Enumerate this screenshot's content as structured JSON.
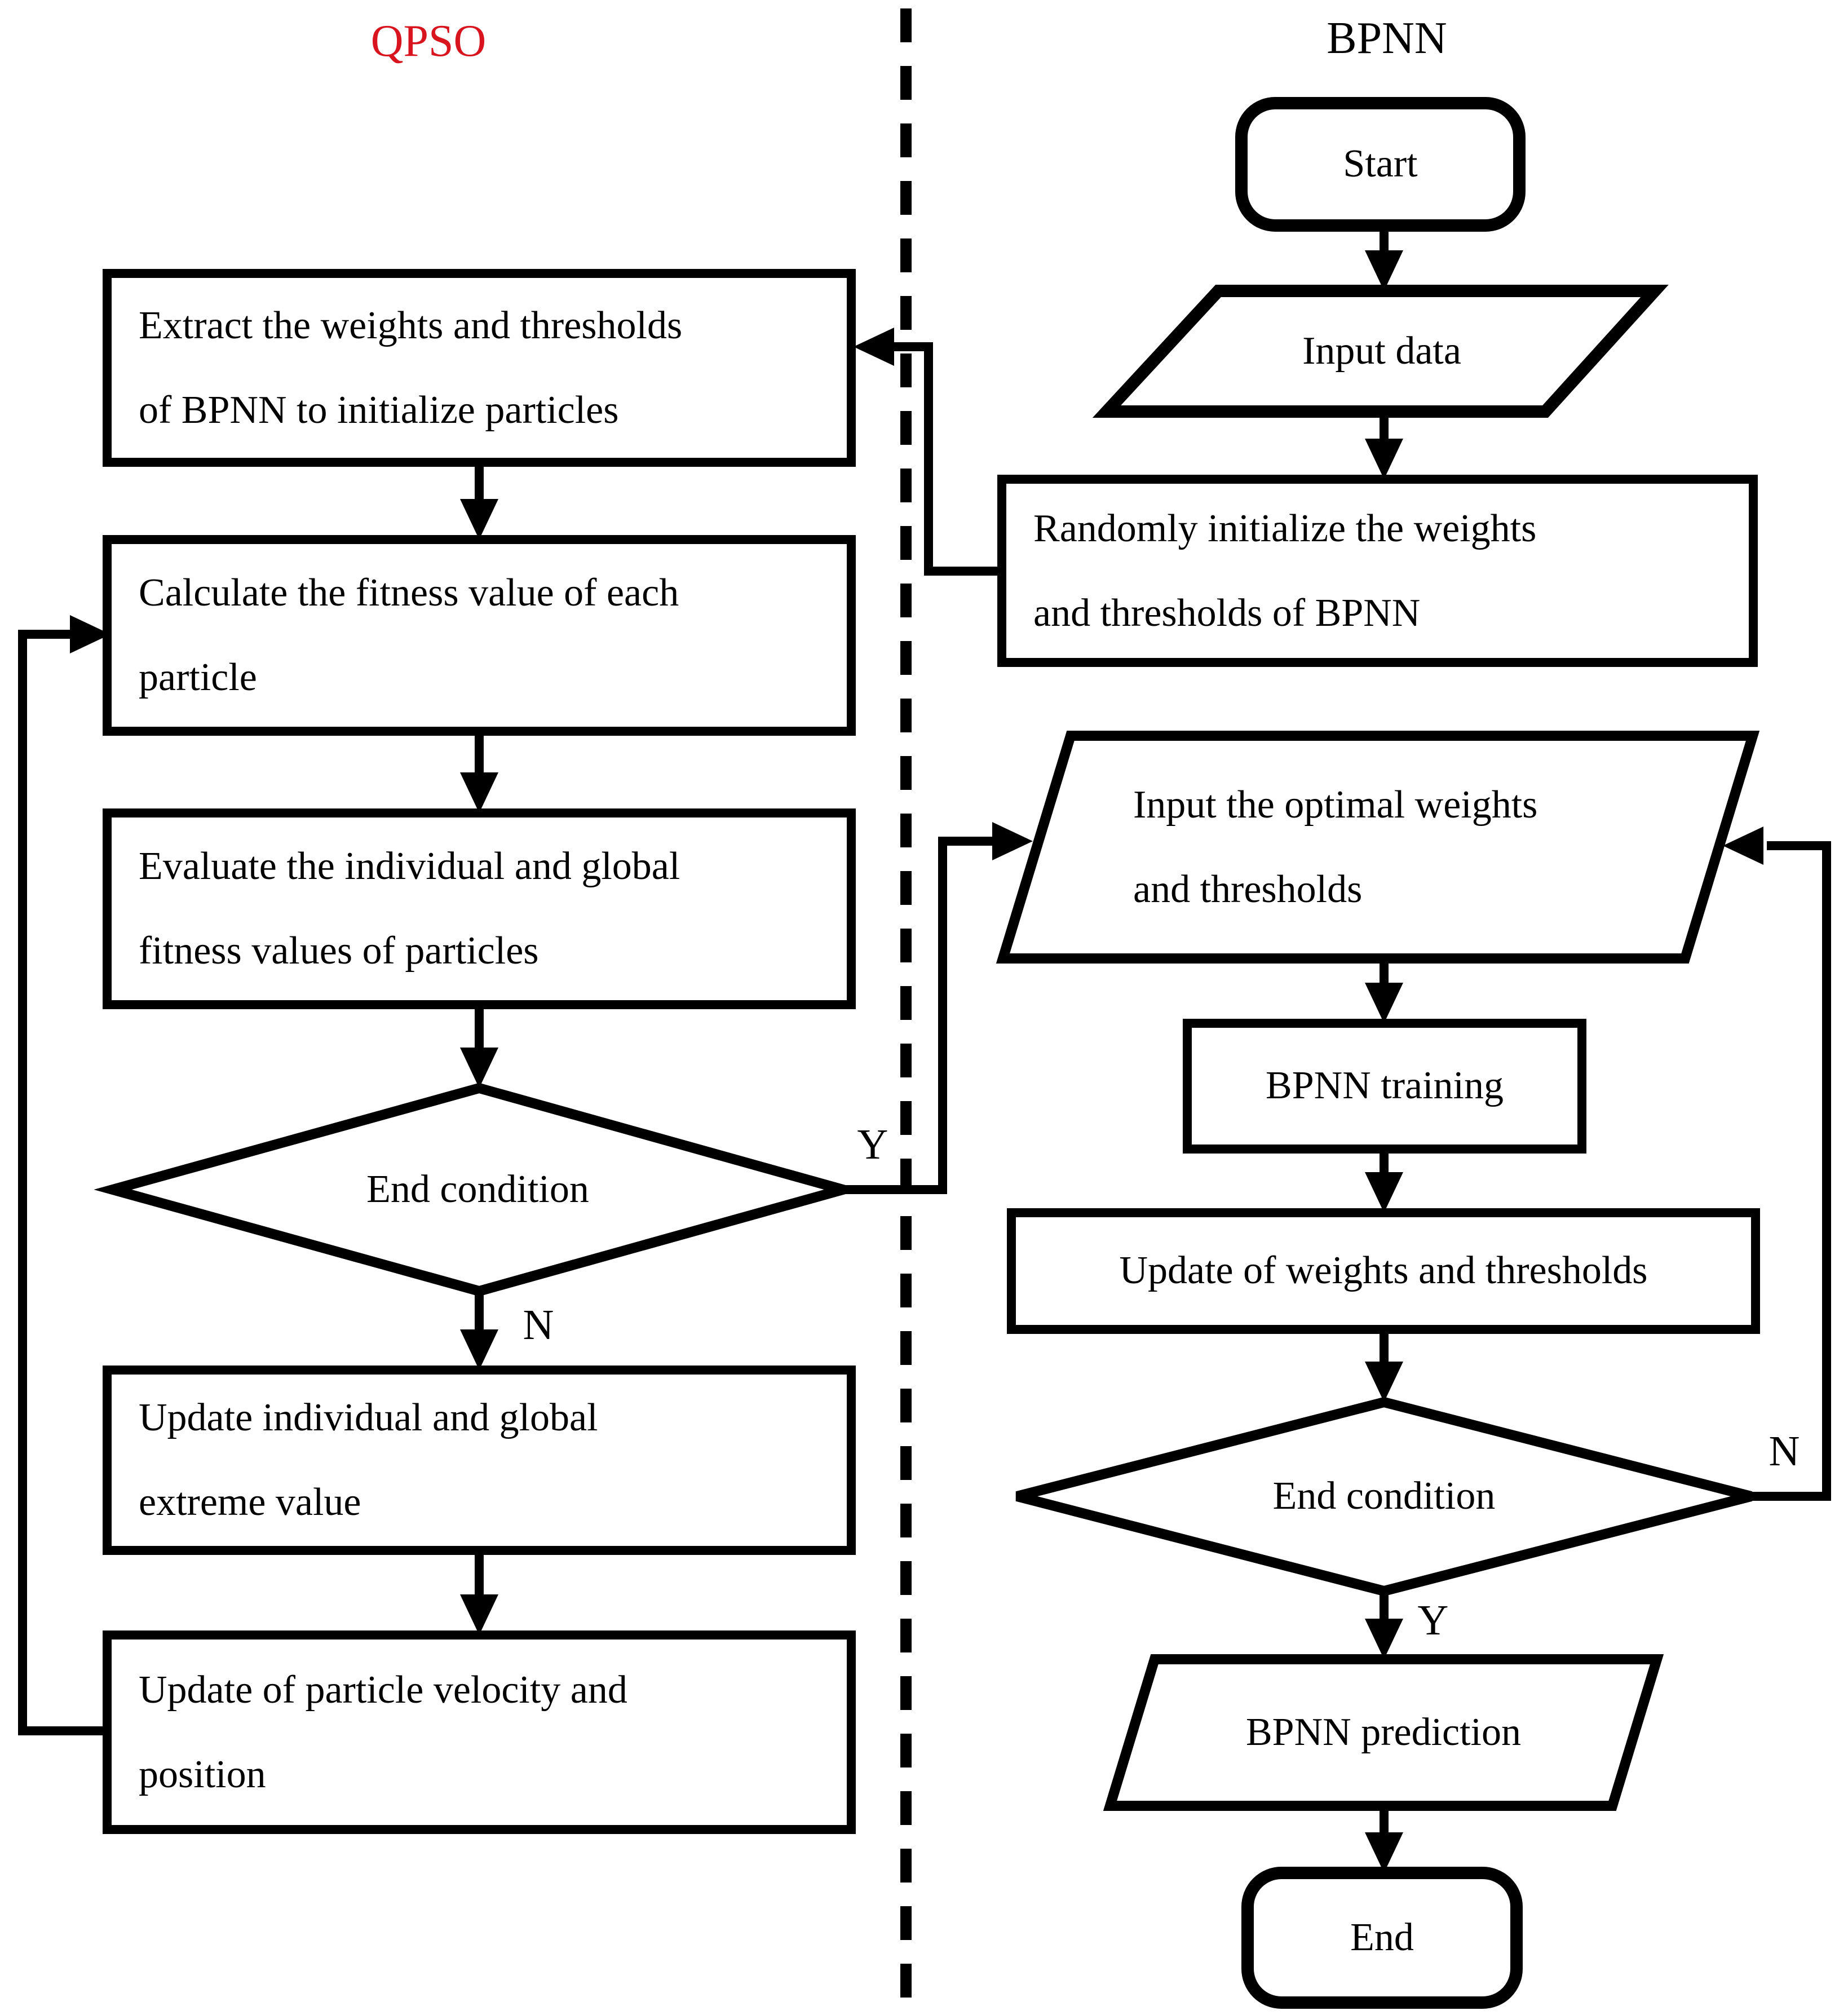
{
  "qpso": {
    "title": "QPSO",
    "title_color": "#d8141f",
    "extract": {
      "l1": "Extract the weights and thresholds",
      "l2": "of BPNN to initialize particles"
    },
    "calculate": {
      "l1": "Calculate the fitness value of each",
      "l2": "particle"
    },
    "evaluate": {
      "l1": "Evaluate the individual and global",
      "l2": "fitness values of particles"
    },
    "decision": {
      "label": "End condition",
      "yes": "Y",
      "no": "N"
    },
    "update_extreme": {
      "l1": "Update individual and global",
      "l2": "extreme value"
    },
    "update_velocity": {
      "l1": "Update of particle velocity and",
      "l2": "position"
    }
  },
  "bpnn": {
    "title": "BPNN",
    "start": "Start",
    "input_data": "Input data",
    "random_init": {
      "l1": "Randomly initialize the weights",
      "l2": "and thresholds of BPNN"
    },
    "input_optimal": {
      "l1": "Input the optimal weights",
      "l2": "and thresholds"
    },
    "training": "BPNN training",
    "update_weights": "Update of weights and thresholds",
    "decision": {
      "label": "End condition",
      "yes": "Y",
      "no": "N"
    },
    "prediction": "BPNN prediction",
    "end": "End"
  },
  "style": {
    "line_color": "#000000",
    "background": "#ffffff"
  }
}
